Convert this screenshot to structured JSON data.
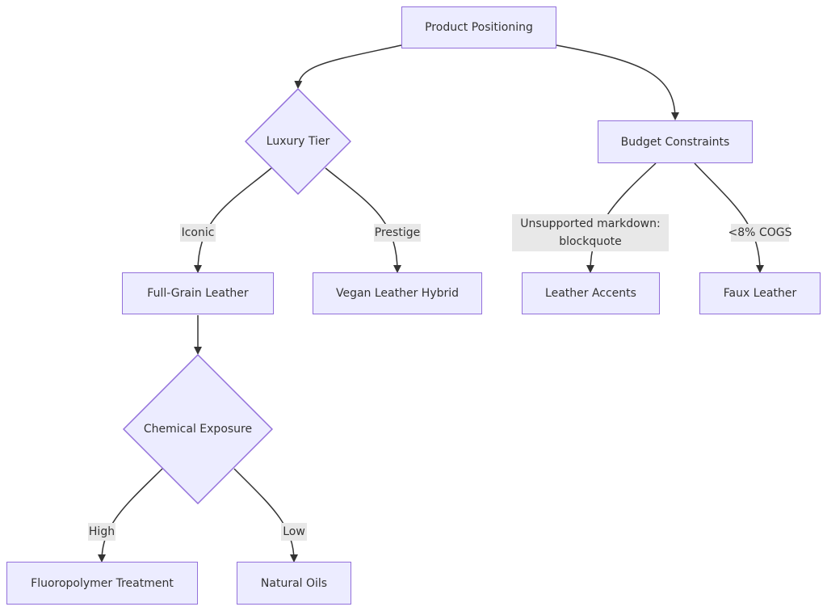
{
  "nodes": {
    "product_positioning": "Product Positioning",
    "luxury_tier": "Luxury Tier",
    "budget_constraints": "Budget Constraints",
    "full_grain_leather": "Full-Grain Leather",
    "vegan_leather_hybrid": "Vegan Leather Hybrid",
    "leather_accents": "Leather Accents",
    "faux_leather": "Faux Leather",
    "chemical_exposure": "Chemical Exposure",
    "fluoropolymer_treatment": "Fluoropolymer Treatment",
    "natural_oils": "Natural Oils"
  },
  "edge_labels": {
    "iconic": "Iconic",
    "prestige": "Prestige",
    "unsupported_line1": "Unsupported markdown:",
    "unsupported_line2": "blockquote",
    "cogs": "<8% COGS",
    "high": "High",
    "low": "Low"
  },
  "colors": {
    "node_fill": "#ececff",
    "node_border": "#9370db",
    "edge": "#333333",
    "label_bg": "#e8e8e8"
  }
}
